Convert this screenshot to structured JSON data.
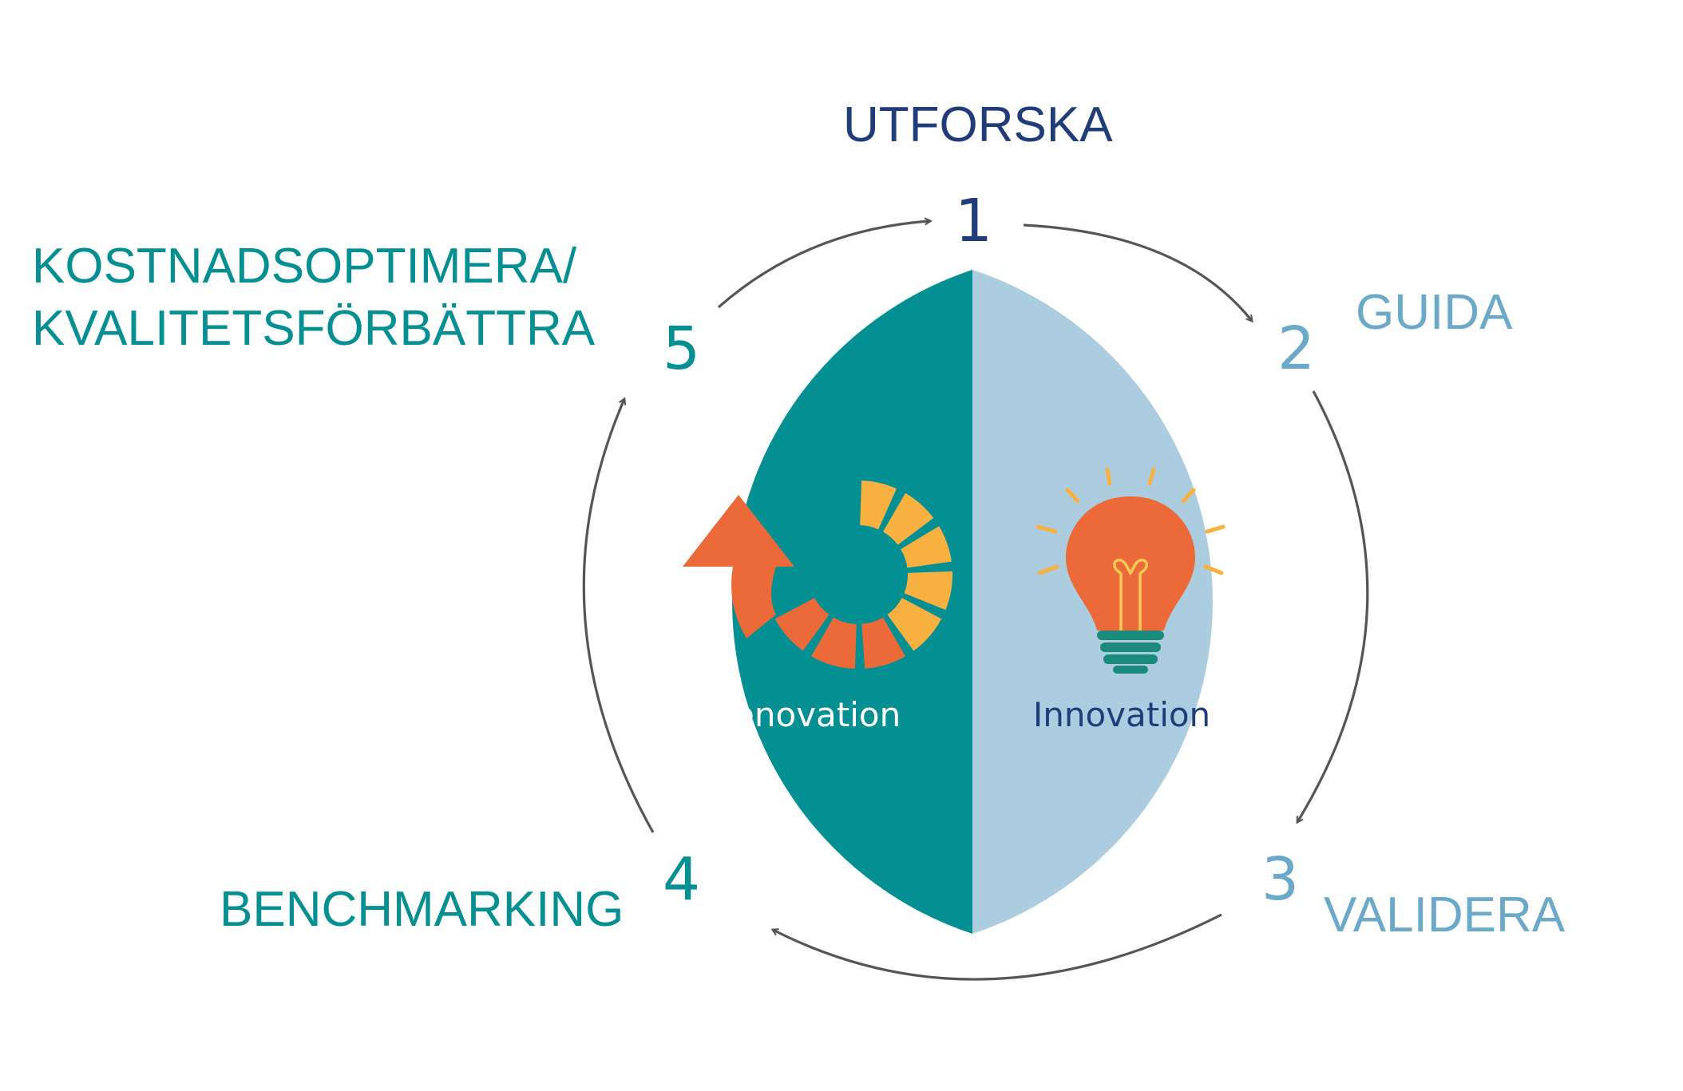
{
  "colors": {
    "teal": "#048f93",
    "light_blue": "#abcddf",
    "navy": "#1f3d7a",
    "label_light": "#6aa9c9",
    "arrow": "#555555",
    "orange": "#ec6a39",
    "yellow": "#f8b040",
    "bulb_base": "#1b8a7d",
    "bulb_filament": "#f3cb54"
  },
  "center": {
    "left_label": "Renovation",
    "right_label": "Innovation"
  },
  "steps": [
    {
      "number": "1",
      "label_lines": [
        "UTFORSKA"
      ]
    },
    {
      "number": "2",
      "label_lines": [
        "GUIDA"
      ]
    },
    {
      "number": "3",
      "label_lines": [
        "VALIDERA"
      ]
    },
    {
      "number": "4",
      "label_lines": [
        "BENCHMARKING"
      ]
    },
    {
      "number": "5",
      "label_lines": [
        "KOSTNADSOPTIMERA/",
        "KVALITETSFÖRBÄTTRA"
      ]
    }
  ],
  "icons": {
    "left": "renovation-cycle-icon",
    "right": "lightbulb-icon"
  }
}
